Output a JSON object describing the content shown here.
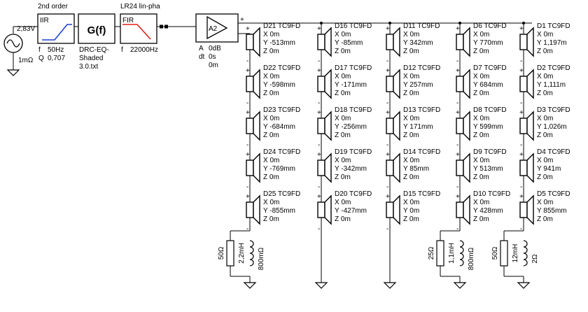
{
  "source": {
    "voltage": "2,83V",
    "impedance": "1mΩ"
  },
  "highpass": {
    "heading": "2nd order",
    "type": "IIR",
    "f_label": "f",
    "f_value": "50Hz",
    "q_label": "Q",
    "q_value": "0,707"
  },
  "eq": {
    "symbol": "G(f)",
    "name_lines": [
      "DRC-EQ-",
      "Shaded",
      "3.0.txt"
    ]
  },
  "lowpass": {
    "heading": "LR24 lin-pha",
    "type": "FIR",
    "f_label": "f",
    "f_value": "22000Hz"
  },
  "amp": {
    "name": "A2",
    "plus": "+",
    "minus": "-",
    "gain_label": "A",
    "gain_value": "0dB",
    "delay_label": "dt",
    "delay_value": "0s",
    "extra": "0m"
  },
  "drivers": [
    [
      {
        "name": "D21 TC9FD",
        "x": "X 0m",
        "y": "Y -513mm",
        "z": "Z 0m"
      },
      {
        "name": "D22 TC9FD",
        "x": "X 0m",
        "y": "Y -598mm",
        "z": "Z 0m"
      },
      {
        "name": "D23 TC9FD",
        "x": "X 0m",
        "y": "Y -684mm",
        "z": "Z 0m"
      },
      {
        "name": "D24 TC9FD",
        "x": "X 0m",
        "y": "Y -769mm",
        "z": "Z 0m"
      },
      {
        "name": "D25 TC9FD",
        "x": "X 0m",
        "y": "Y -855mm",
        "z": "Z 0m"
      }
    ],
    [
      {
        "name": "D16 TC9FD",
        "x": "X 0m",
        "y": "Y -85mm",
        "z": "Z 0m"
      },
      {
        "name": "D17 TC9FD",
        "x": "X 0m",
        "y": "Y -171mm",
        "z": "Z 0m"
      },
      {
        "name": "D18 TC9FD",
        "x": "X 0m",
        "y": "Y -256mm",
        "z": "Z 0m"
      },
      {
        "name": "D19 TC9FD",
        "x": "X 0m",
        "y": "Y -342mm",
        "z": "Z 0m"
      },
      {
        "name": "D20 TC9FD",
        "x": "X 0m",
        "y": "Y -427mm",
        "z": "Z 0m"
      }
    ],
    [
      {
        "name": "D11 TC9FD",
        "x": "X 0m",
        "y": "Y 342mm",
        "z": "Z 0m"
      },
      {
        "name": "D12 TC9FD",
        "x": "X 0m",
        "y": "Y 257mm",
        "z": "Z 0m"
      },
      {
        "name": "D13 TC9FD",
        "x": "X 0m",
        "y": "Y 171mm",
        "z": "Z 0m"
      },
      {
        "name": "D14 TC9FD",
        "x": "X 0m",
        "y": "Y 85mm",
        "z": "Z 0m"
      },
      {
        "name": "D15 TC9FD",
        "x": "X 0m",
        "y": "Y 0m",
        "z": "Z 0m"
      }
    ],
    [
      {
        "name": "D6 TC9FD",
        "x": "X 0m",
        "y": "Y 770mm",
        "z": "Z 0m"
      },
      {
        "name": "D7 TC9FD",
        "x": "X 0m",
        "y": "Y 684mm",
        "z": "Z 0m"
      },
      {
        "name": "D8 TC9FD",
        "x": "X 0m",
        "y": "Y 599mm",
        "z": "Z 0m"
      },
      {
        "name": "D9 TC9FD",
        "x": "X 0m",
        "y": "Y 513mm",
        "z": "Z 0m"
      },
      {
        "name": "D10 TC9FD",
        "x": "X 0m",
        "y": "Y 428mm",
        "z": "Z 0m"
      }
    ],
    [
      {
        "name": "D1 TC9FD",
        "x": "X 0m",
        "y": "Y 1,197m",
        "z": "Z 0m"
      },
      {
        "name": "D2 TC9FD",
        "x": "X 0m",
        "y": "Y 1,111m",
        "z": "Z 0m"
      },
      {
        "name": "D3 TC9FD",
        "x": "X 0m",
        "y": "Y 1,026m",
        "z": "Z 0m"
      },
      {
        "name": "D4 TC9FD",
        "x": "X 0m",
        "y": "Y 941m",
        "z": "Z 0m"
      },
      {
        "name": "D5 TC9FD",
        "x": "X 0m",
        "y": "Y 855mm",
        "z": "Z 0m"
      }
    ]
  ],
  "networks": [
    {
      "resistor": "50Ω",
      "inductor": "2,2mH",
      "inductor_r": "800mΩ"
    },
    {
      "resistor": "25Ω",
      "inductor": "1,1mH",
      "inductor_r": "800mΩ"
    },
    {
      "resistor": "50Ω",
      "inductor": "12mH",
      "inductor_r": "2Ω"
    }
  ]
}
